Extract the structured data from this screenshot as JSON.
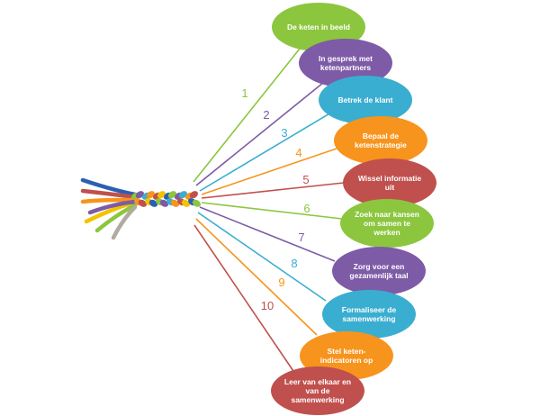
{
  "steps": [
    {
      "number": "1",
      "lines": [
        "De keten in beeld"
      ],
      "color": "#8cc63f"
    },
    {
      "number": "2",
      "lines": [
        "In gesprek met",
        "ketenpartners"
      ],
      "color": "#7d5ba6"
    },
    {
      "number": "3",
      "lines": [
        "Betrek de klant"
      ],
      "color": "#3aaed0"
    },
    {
      "number": "4",
      "lines": [
        "Bepaal de",
        "ketenstrategie"
      ],
      "color": "#f7941d"
    },
    {
      "number": "5",
      "lines": [
        "Wissel informatie",
        "uit"
      ],
      "color": "#c0504d"
    },
    {
      "number": "6",
      "lines": [
        "Zoek naar kansen",
        "om samen te",
        "werken"
      ],
      "color": "#8cc63f"
    },
    {
      "number": "7",
      "lines": [
        "Zorg voor een",
        "gezamenlijk taal"
      ],
      "color": "#7d5ba6"
    },
    {
      "number": "8",
      "lines": [
        "Formaliseer de",
        "samenwerking"
      ],
      "color": "#3aaed0"
    },
    {
      "number": "9",
      "lines": [
        "Stel keten-",
        "indicatoren op"
      ],
      "color": "#f7941d"
    },
    {
      "number": "10",
      "lines": [
        "Leer van elkaar en",
        "van de",
        "samenwerking"
      ],
      "color": "#c0504d"
    }
  ],
  "rope_icon": "braided-rope-icon"
}
